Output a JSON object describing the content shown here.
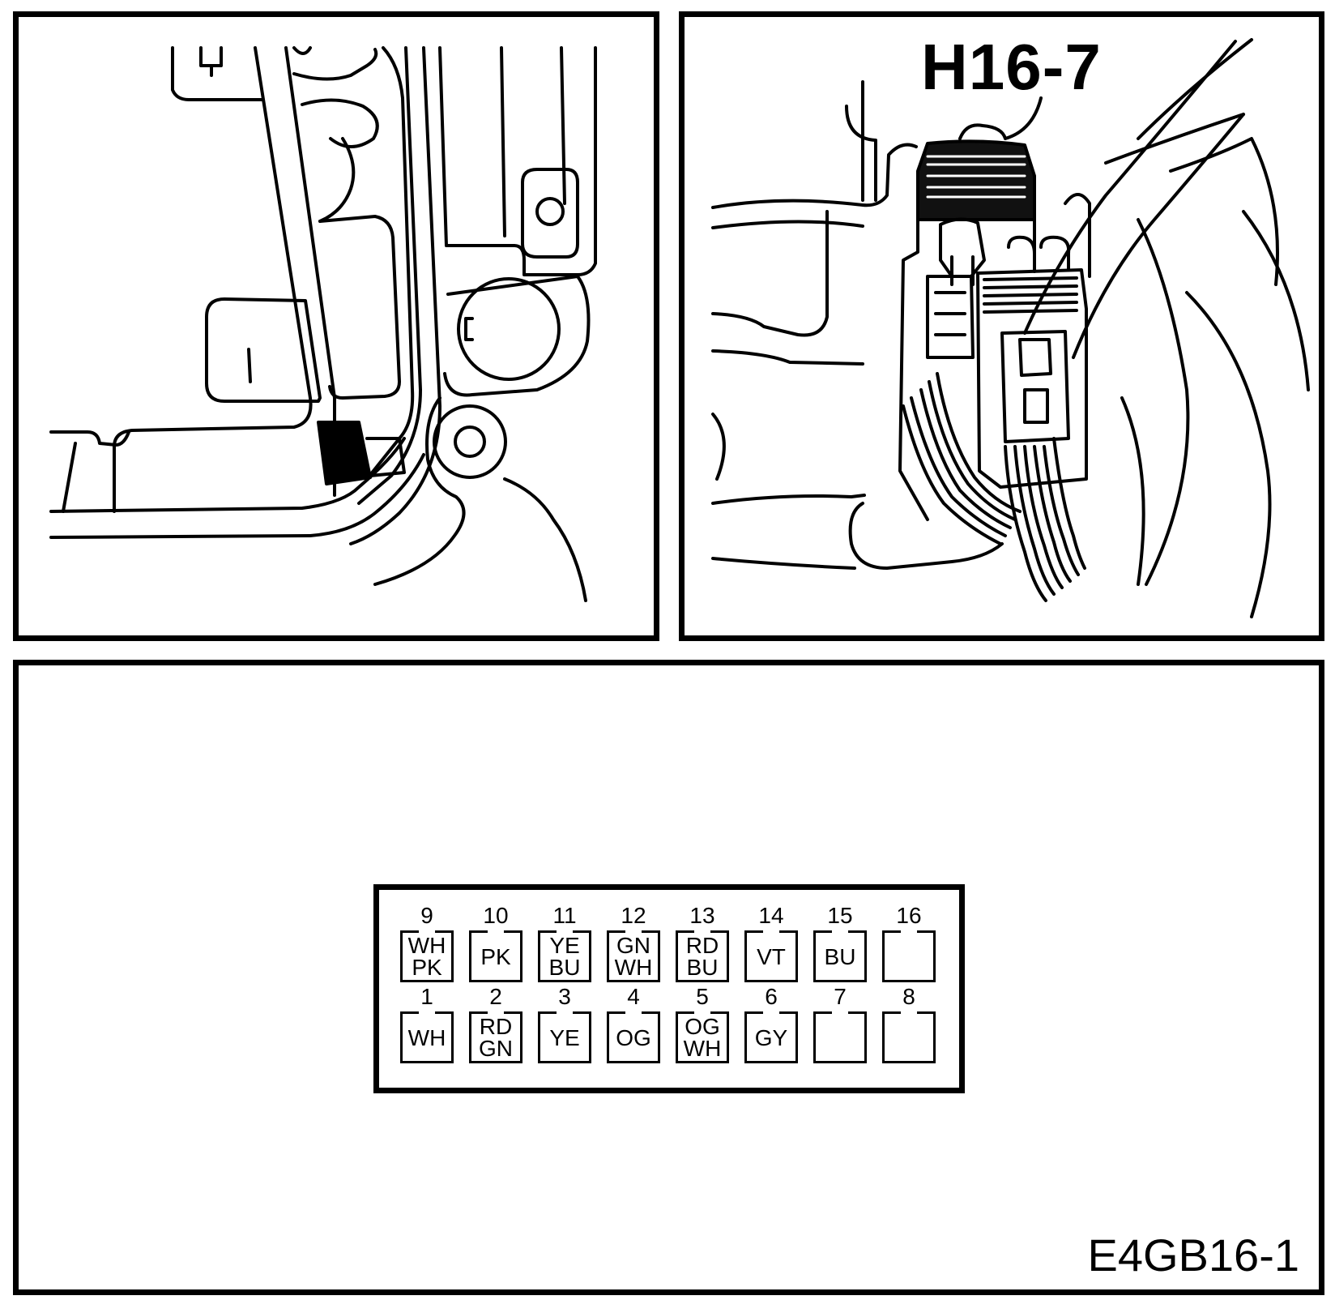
{
  "callout_label": "H16-7",
  "figure_id": "E4GB16-1",
  "connector": {
    "top_row": [
      {
        "pin": "9",
        "colors": [
          "WH",
          "PK"
        ]
      },
      {
        "pin": "10",
        "colors": [
          "PK"
        ]
      },
      {
        "pin": "11",
        "colors": [
          "YE",
          "BU"
        ]
      },
      {
        "pin": "12",
        "colors": [
          "GN",
          "WH"
        ]
      },
      {
        "pin": "13",
        "colors": [
          "RD",
          "BU"
        ]
      },
      {
        "pin": "14",
        "colors": [
          "VT"
        ]
      },
      {
        "pin": "15",
        "colors": [
          "BU"
        ]
      },
      {
        "pin": "16",
        "colors": []
      }
    ],
    "bottom_row": [
      {
        "pin": "1",
        "colors": [
          "WH"
        ]
      },
      {
        "pin": "2",
        "colors": [
          "RD",
          "GN"
        ]
      },
      {
        "pin": "3",
        "colors": [
          "YE"
        ]
      },
      {
        "pin": "4",
        "colors": [
          "OG"
        ]
      },
      {
        "pin": "5",
        "colors": [
          "OG",
          "WH"
        ]
      },
      {
        "pin": "6",
        "colors": [
          "GY"
        ]
      },
      {
        "pin": "7",
        "colors": []
      },
      {
        "pin": "8",
        "colors": []
      }
    ]
  }
}
